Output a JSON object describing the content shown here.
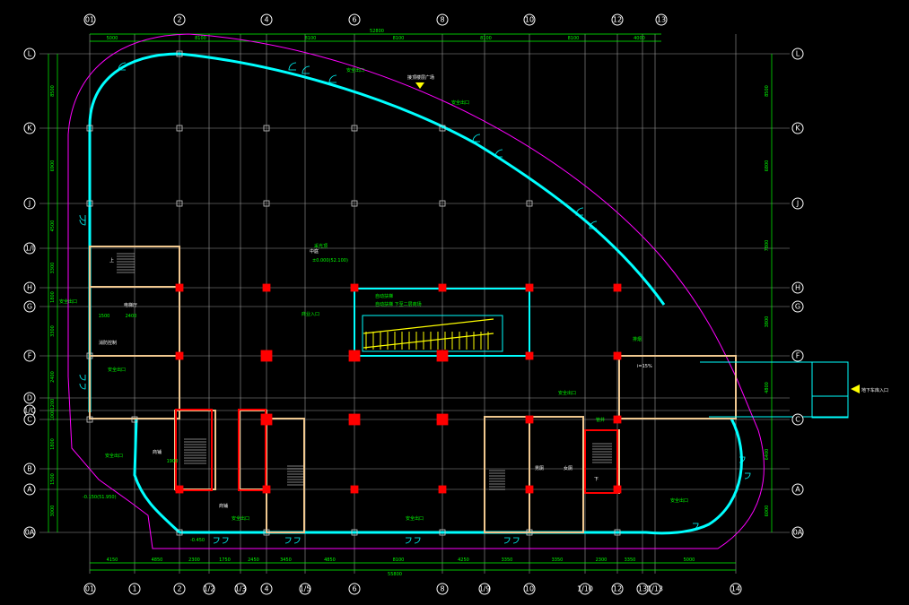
{
  "columns": [
    {
      "id": "c01",
      "label": "01"
    },
    {
      "id": "c1",
      "label": "1"
    },
    {
      "id": "c2",
      "label": "2"
    },
    {
      "id": "c2a",
      "label": "1/2"
    },
    {
      "id": "c3a",
      "label": "1/3"
    },
    {
      "id": "c4",
      "label": "4"
    },
    {
      "id": "c5a",
      "label": "1/5"
    },
    {
      "id": "c6",
      "label": "6"
    },
    {
      "id": "c8",
      "label": "8"
    },
    {
      "id": "c9a",
      "label": "1/9"
    },
    {
      "id": "c10",
      "label": "10"
    },
    {
      "id": "c10a",
      "label": "1/10"
    },
    {
      "id": "c12",
      "label": "12"
    },
    {
      "id": "c13",
      "label": "13"
    },
    {
      "id": "c13a",
      "label": "1/13"
    },
    {
      "id": "c14",
      "label": "14"
    }
  ],
  "top_columns": [
    "01",
    "2",
    "4",
    "6",
    "8",
    "10",
    "12",
    "13"
  ],
  "rows": [
    {
      "id": "L",
      "label": "L"
    },
    {
      "id": "K",
      "label": "K"
    },
    {
      "id": "J",
      "label": "J"
    },
    {
      "id": "Ia",
      "label": "1/I"
    },
    {
      "id": "H",
      "label": "H"
    },
    {
      "id": "G",
      "label": "G"
    },
    {
      "id": "F",
      "label": "F"
    },
    {
      "id": "D",
      "label": "D"
    },
    {
      "id": "Ca",
      "label": "1/C"
    },
    {
      "id": "C",
      "label": "C"
    },
    {
      "id": "B",
      "label": "B"
    },
    {
      "id": "A",
      "label": "A"
    },
    {
      "id": "A0",
      "label": "0A"
    }
  ],
  "right_rows": [
    "L",
    "K",
    "J",
    "H",
    "G",
    "F",
    "C",
    "A",
    "0A"
  ],
  "dims_top": [
    "5000",
    "8100",
    "8100",
    "8100",
    "8100",
    "8100",
    "4000"
  ],
  "dims_top_total": "52800",
  "dims_bottom": [
    "4150",
    "4850",
    "2300",
    "1750",
    "2450",
    "3450",
    "4850",
    "8100",
    "4250",
    "3350",
    "3350",
    "2300",
    "3350",
    "5000"
  ],
  "dims_bottom_total": "55800",
  "dims_left": [
    "8500",
    "6900",
    "4500",
    "3300",
    "1800",
    "3300",
    "2400",
    "1200",
    "1000",
    "1800",
    "1500",
    "3000"
  ],
  "dims_right": [
    "8500",
    "6800",
    "7800",
    "3800",
    "4800",
    "6400",
    "6000"
  ],
  "labels": {
    "plaza_entry": "接顶楼层广场",
    "skylight": "采光顶",
    "atrium": "中庭",
    "atrium_elev": "±0.000(52.100)",
    "escalator_hall": "自动扶梯",
    "escalator_note": "自动扶梯 下至二层商场",
    "entry_note": "商业入口",
    "stair_up": "上",
    "stair_down": "下",
    "fire_exit": "安全出口",
    "fire_room": "消防控制",
    "lift_hall": "电梯厅",
    "shop": "商铺",
    "toilet_m": "男厕",
    "toilet_f": "女厕",
    "garage_entry": "地下车库入口",
    "ramp_note": "i=15%",
    "elev_left": "-0.150(51.950)",
    "elev_bottom": "-0.450",
    "pipe_shaft": "管井",
    "smoke_exh": "排烟",
    "dim_1500": "1500",
    "dim_2400": "2400",
    "dim_1900": "1900"
  },
  "colors": {
    "background": "#000000",
    "grid": "#9a9a9a",
    "dim": "#00ff00",
    "facade": "#00ffff",
    "outline": "#ff00ff",
    "wall": "#f0c890",
    "column": "#ff0000",
    "escalator": "#ffff00",
    "text": "#ffffff"
  }
}
